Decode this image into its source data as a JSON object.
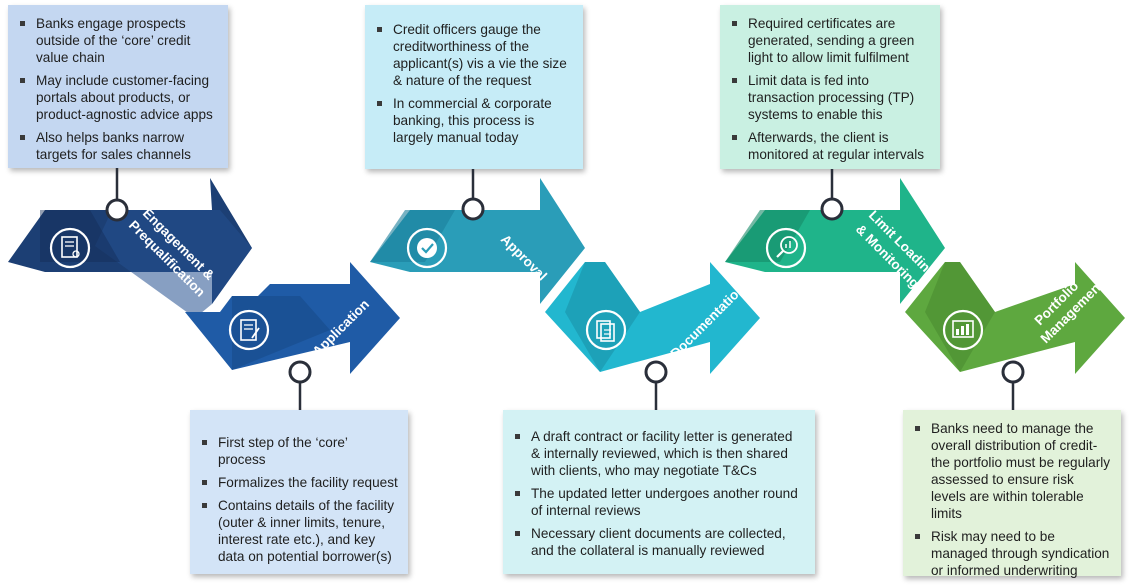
{
  "boxes": [
    {
      "items": [
        "Banks engage prospects outside of the ‘core’ credit value chain",
        "May include customer-facing portals about products, or product-agnostic advice apps",
        "Also helps banks narrow targets for sales channels"
      ]
    },
    {
      "items": [
        "First step of the ‘core’ process",
        "Formalizes the facility request",
        "Contains details of the facility (outer & inner limits, tenure, interest rate etc.), and key data on potential borrower(s)"
      ]
    },
    {
      "items": [
        "Credit officers gauge the creditworthiness of the applicant(s) vis a vie the size & nature of the request",
        "In commercial & corporate banking, this process is largely manual today"
      ]
    },
    {
      "items": [
        "A draft contract or facility letter is generated & internally reviewed, which is then shared with clients, who may negotiate T&Cs",
        "The updated letter undergoes another round of internal reviews",
        "Necessary client documents are collected, and the collateral is manually reviewed"
      ]
    },
    {
      "items": [
        "Required certificates are generated, sending a green light to allow limit fulfilment",
        "Limit data is fed into transaction processing (TP) systems to enable this",
        "Afterwards, the client is monitored at regular intervals"
      ]
    },
    {
      "items": [
        "Banks need to manage the overall distribution of credit- the portfolio must be regularly assessed to ensure risk levels are within tolerable limits",
        "Risk may need to be managed through syndication or informed underwriting"
      ]
    }
  ],
  "stages": [
    {
      "line1": "Engagement &",
      "line2": "Prequalification",
      "icon": "document-seal-icon",
      "color": "#1c3f74"
    },
    {
      "line1": "Application",
      "line2": "",
      "icon": "form-pen-icon",
      "color": "#1f5ba6"
    },
    {
      "line1": "Approval",
      "line2": "",
      "icon": "check-badge-icon",
      "color": "#2a9db8"
    },
    {
      "line1": "Documentation",
      "line2": "",
      "icon": "documents-icon",
      "color": "#22b7cf"
    },
    {
      "line1": "Limit Loading",
      "line2": "& Monitoring",
      "icon": "magnifier-chart-icon",
      "color": "#1fb48a"
    },
    {
      "line1": "Portfolio",
      "line2": "Management",
      "icon": "dashboard-icon",
      "color": "#5ea83f"
    }
  ]
}
